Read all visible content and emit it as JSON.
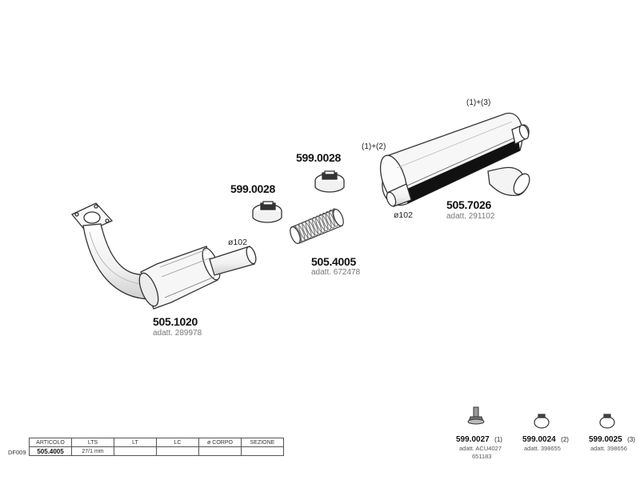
{
  "parts": {
    "downpipe": {
      "code": "505.1020",
      "adapt": "adatt. 289978",
      "diameter": "ø102"
    },
    "clamp_a": {
      "code": "599.0028"
    },
    "clamp_b": {
      "code": "599.0028"
    },
    "flex": {
      "code": "505.4005",
      "adapt": "adatt. 672478"
    },
    "silencer": {
      "code": "505.7026",
      "adapt": "adatt. 291102",
      "diameter": "ø102",
      "note_inlet": "(1)+(2)",
      "note_outlet": "(1)+(3)"
    }
  },
  "small_parts": [
    {
      "code": "599.0027",
      "ref": "(1)",
      "adapt": "adatt. ACU4027",
      "extra": "651183"
    },
    {
      "code": "599.0024",
      "ref": "(2)",
      "adapt": "adatt. 398655"
    },
    {
      "code": "599.0025",
      "ref": "(3)",
      "adapt": "adatt. 398656"
    }
  ],
  "spec_table": {
    "model_code": "DF009",
    "headers": [
      "ARTICOLO",
      "LTS",
      "LT",
      "LC",
      "ø CORPO",
      "SEZIONE"
    ],
    "row": [
      "505.4005",
      "27/1 mm",
      "",
      "",
      "",
      ""
    ]
  },
  "colors": {
    "line": "#333333",
    "metal_fill": "#f4f4f4",
    "dark_band": "#111111"
  }
}
